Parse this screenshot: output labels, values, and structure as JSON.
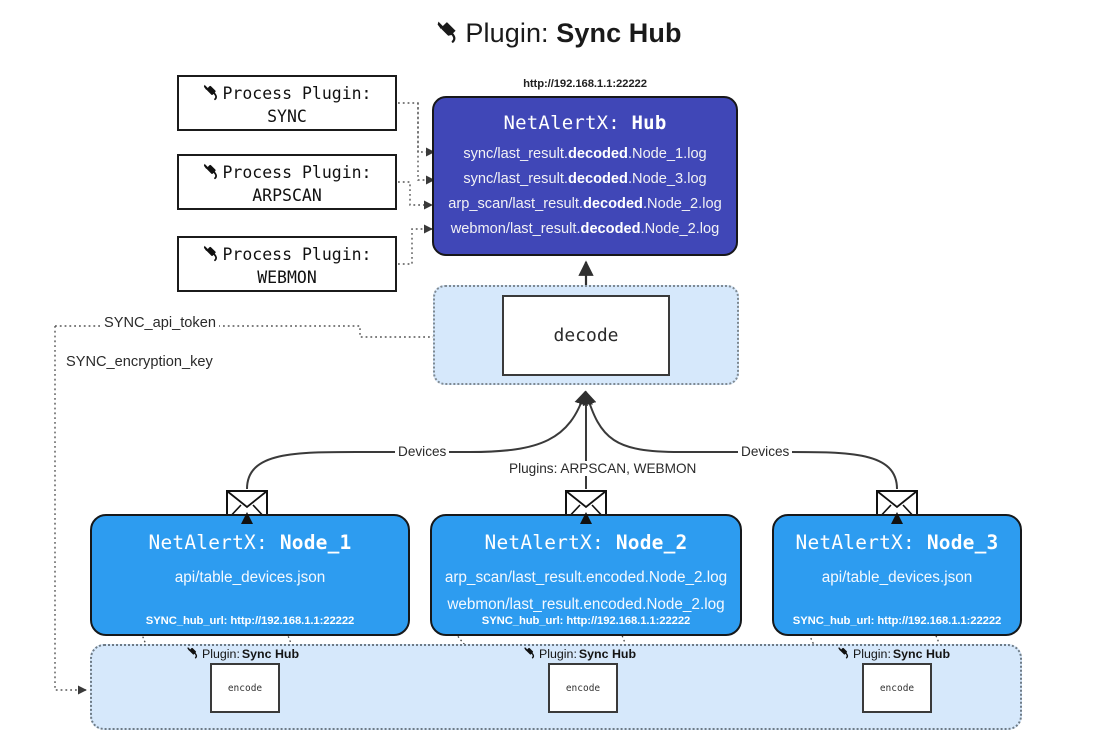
{
  "title": {
    "icon": "plug-icon",
    "prefix": "Plugin: ",
    "name": "Sync Hub"
  },
  "process_plugins": [
    {
      "icon": "plug-icon",
      "line1": "Process Plugin:",
      "line2": "SYNC"
    },
    {
      "icon": "plug-icon",
      "line1": "Process Plugin:",
      "line2": "ARPSCAN"
    },
    {
      "icon": "plug-icon",
      "line1": "Process Plugin:",
      "line2": "WEBMON"
    }
  ],
  "hub": {
    "url": "http://192.168.1.1:22222",
    "title_prefix": "NetAlertX: ",
    "title_name": "Hub",
    "logs": [
      {
        "pre": "sync/last_result.",
        "strong": "decoded",
        "post": ".Node_1.log"
      },
      {
        "pre": "sync/last_result.",
        "strong": "decoded",
        "post": ".Node_3.log"
      },
      {
        "pre": "arp_scan/last_result.",
        "strong": "decoded",
        "post": ".Node_2.log"
      },
      {
        "pre": "webmon/last_result.",
        "strong": "decoded",
        "post": ".Node_2.log"
      }
    ]
  },
  "decode": {
    "label": "decode"
  },
  "config_labels": {
    "api_token": "SYNC_api_token",
    "encryption_key": "SYNC_encryption_key"
  },
  "edge_labels": {
    "devices_left": "Devices",
    "devices_right": "Devices",
    "plugins_middle": "Plugins: ARPSCAN, WEBMON"
  },
  "nodes": [
    {
      "id": "node1",
      "title_prefix": "NetAlertX: ",
      "title_name": "Node_1",
      "lines": [
        "api/table_devices.json"
      ],
      "footer": "SYNC_hub_url: http://192.168.1.1:22222",
      "envelope_icon": "envelope-icon"
    },
    {
      "id": "node2",
      "title_prefix": "NetAlertX: ",
      "title_name": "Node_2",
      "lines": [
        "arp_scan/last_result.encoded.Node_2.log",
        "webmon/last_result.encoded.Node_2.log"
      ],
      "footer": "SYNC_hub_url: http://192.168.1.1:22222",
      "envelope_icon": "envelope-icon"
    },
    {
      "id": "node3",
      "title_prefix": "NetAlertX: ",
      "title_name": "Node_3",
      "lines": [
        "api/table_devices.json"
      ],
      "footer": "SYNC_hub_url: http://192.168.1.1:22222",
      "envelope_icon": "envelope-icon"
    }
  ],
  "encoders": [
    {
      "icon": "plug-icon",
      "label_prefix": "Plugin: ",
      "label_name": "Sync Hub",
      "box": "encode"
    },
    {
      "icon": "plug-icon",
      "label_prefix": "Plugin: ",
      "label_name": "Sync Hub",
      "box": "encode"
    },
    {
      "icon": "plug-icon",
      "label_prefix": "Plugin: ",
      "label_name": "Sync Hub",
      "box": "encode"
    }
  ],
  "colors": {
    "hub_fill": "#4047b7",
    "node_fill": "#2d9cf0",
    "container_fill": "#d6e8fb",
    "stroke": "#16181a",
    "background": "#ffffff"
  }
}
